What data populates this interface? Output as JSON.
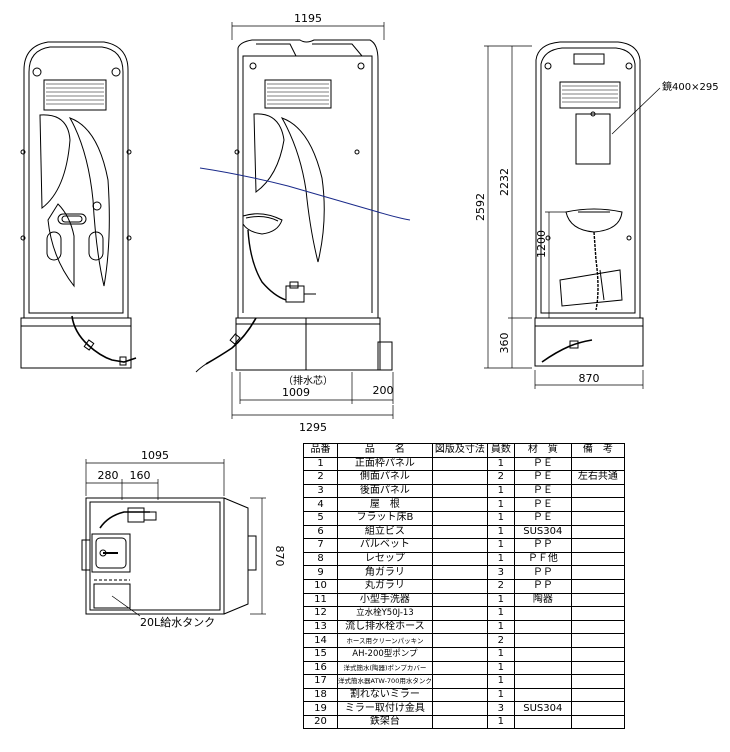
{
  "dimensions": {
    "front_width": "1195",
    "height_total": "2592",
    "height_upper": "2232",
    "base_height": "360",
    "sink_height": "1200",
    "mirror": "鏡400×295",
    "drain_label": "（排水芯）",
    "drain_offset": "1009",
    "drain_extra": "200",
    "side_width": "1295",
    "back_width": "870",
    "plan_width": "1095",
    "plan_a": "280",
    "plan_b": "160",
    "plan_depth": "870",
    "tank_label": "20L給水タンク"
  },
  "parts_table": {
    "headers": [
      "品番",
      "品　　名",
      "図版及寸法",
      "員数",
      "材　質",
      "備　考"
    ],
    "rows": [
      [
        "1",
        "正面枠パネル",
        "",
        "1",
        "ＰＥ",
        ""
      ],
      [
        "2",
        "側面パネル",
        "",
        "2",
        "ＰＥ",
        "左右共通"
      ],
      [
        "3",
        "後面パネル",
        "",
        "1",
        "ＰＥ",
        ""
      ],
      [
        "4",
        "屋　根",
        "",
        "1",
        "ＰＥ",
        ""
      ],
      [
        "5",
        "フラット床B",
        "",
        "1",
        "ＰＥ",
        ""
      ],
      [
        "6",
        "組立ビス",
        "",
        "1",
        "SUS304",
        ""
      ],
      [
        "7",
        "パルベット",
        "",
        "1",
        "ＰＰ",
        ""
      ],
      [
        "8",
        "レセップ",
        "",
        "1",
        "ＰＦ他",
        ""
      ],
      [
        "9",
        "角ガラリ",
        "",
        "3",
        "ＰＰ",
        ""
      ],
      [
        "10",
        "丸ガラリ",
        "",
        "2",
        "ＰＰ",
        ""
      ],
      [
        "11",
        "小型手洗器",
        "",
        "1",
        "陶器",
        ""
      ],
      [
        "12",
        "立水栓Y50J-13",
        "",
        "1",
        "",
        ""
      ],
      [
        "13",
        "流し排水栓ホース",
        "",
        "1",
        "",
        ""
      ],
      [
        "14",
        "ホース用クリーンパッキン",
        "",
        "2",
        "",
        ""
      ],
      [
        "15",
        "AH-200型ポンプ",
        "",
        "1",
        "",
        ""
      ],
      [
        "16",
        "洋式簡水(陶器)ポンプカバー",
        "",
        "1",
        "",
        ""
      ],
      [
        "17",
        "洋式簡水器ATW-700用水タンク",
        "",
        "1",
        "",
        ""
      ],
      [
        "18",
        "割れないミラー",
        "",
        "1",
        "",
        ""
      ],
      [
        "19",
        "ミラー取付け金具",
        "",
        "3",
        "SUS304",
        ""
      ],
      [
        "20",
        "鉄架台",
        "",
        "1",
        "",
        ""
      ]
    ]
  },
  "colors": {
    "line": "#000000",
    "hose_wave": "#1a2a8a"
  }
}
